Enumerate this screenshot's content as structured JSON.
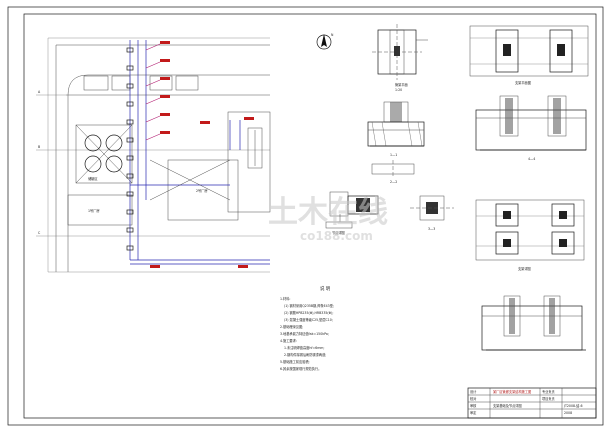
{
  "drawing": {
    "site_plan_labels": {
      "building_a": "1号厂房",
      "building_b": "2号厂房",
      "tank_area": "储罐区",
      "axis_a": "A",
      "axis_b": "B",
      "axis_c": "C"
    },
    "details": {
      "detail_1": "1—1",
      "detail_2": "2—2",
      "detail_3": "3—3",
      "detail_4": "4—4",
      "plan_title_a": "支架平面图",
      "plan_title_b": "支架详图",
      "plan_title_c": "管架平面",
      "plan_title_d": "节点详图",
      "scale": "1:20"
    },
    "notes": {
      "heading": "说 明",
      "items": [
        "1.材料:",
        "(1) 钢材采用Q235B钢,焊条E43型;",
        "(2) 钢筋HPB235(Φ),HRB335(Φ);",
        "(3) 混凝土强度等级C25,垫层C10;",
        "2.基础埋深见图;",
        "3.地基承载力特征值fak=150kPa;",
        "4.施工要求:",
        "  1.未注明焊缝高度hf=6mm;",
        "  2.钢构件除锈后刷防锈漆两道;",
        "5.基础施工前应验槽;",
        "6.其余按国家现行规范执行。"
      ]
    },
    "title_block": {
      "project": "某厂区管廊支架结构施工图",
      "drawing_name": "支架基础及节点详图",
      "drawing_no": "JT2008-结-6",
      "date": "2008",
      "role_1": "设计",
      "role_2": "校对",
      "role_3": "审核",
      "role_4": "审定",
      "role_5": "专业负责",
      "role_6": "项目负责"
    },
    "watermark": {
      "main": "土木在线",
      "sub": "co188.com"
    },
    "north_arrow": "N"
  },
  "colors": {
    "line": "#1a1a1a",
    "blue": "#2a2ab0",
    "magenta": "#b0186e",
    "red": "#c21a1a"
  }
}
